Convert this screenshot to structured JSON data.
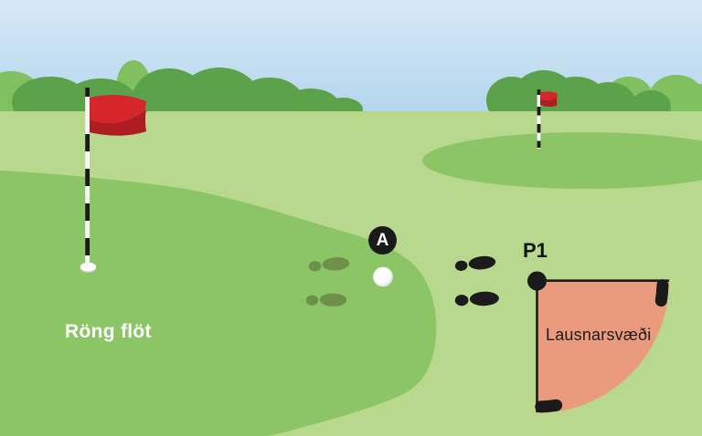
{
  "scene": {
    "description": "Golf rules illustration: ball on wrong green with relief area",
    "labels": {
      "wrong_green": "Röng flöt",
      "relief_area": "Lausnarsvæði",
      "relief_point": "P1",
      "ball_marker": "A"
    },
    "colors": {
      "sky_top": "#d6e9f6",
      "sky_bottom": "#b5d6ed",
      "fairway": "#b8d98d",
      "green": "#8cc566",
      "bush_dark": "#5ca24a",
      "bush_light": "#80c05f",
      "flag_red": "#d5262b",
      "flag_red_dark": "#ac1e22",
      "relief_fill": "#ea9a7d",
      "footprint_on_green": "#6e9149",
      "footprint_on_fairway": "#1b1b1b",
      "outline_black": "#1a1a1a"
    }
  }
}
